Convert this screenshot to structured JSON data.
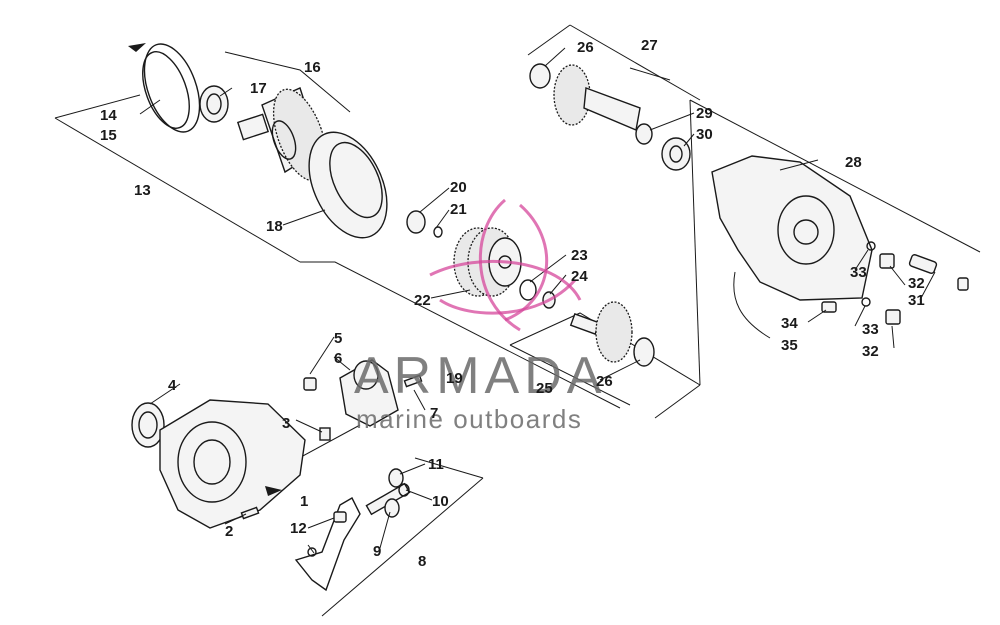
{
  "watermark": {
    "brand": "ARMADA",
    "tagline": "marine outboards",
    "logo_color": "#d6479b"
  },
  "callouts": [
    "1",
    "2",
    "3",
    "4",
    "5",
    "6",
    "7",
    "8",
    "9",
    "10",
    "11",
    "12",
    "13",
    "14",
    "15",
    "16",
    "17",
    "18",
    "19",
    "20",
    "21",
    "22",
    "23",
    "24",
    "25",
    "26",
    "26",
    "27",
    "28",
    "29",
    "30",
    "31",
    "32",
    "32",
    "33",
    "33",
    "34",
    "35"
  ]
}
